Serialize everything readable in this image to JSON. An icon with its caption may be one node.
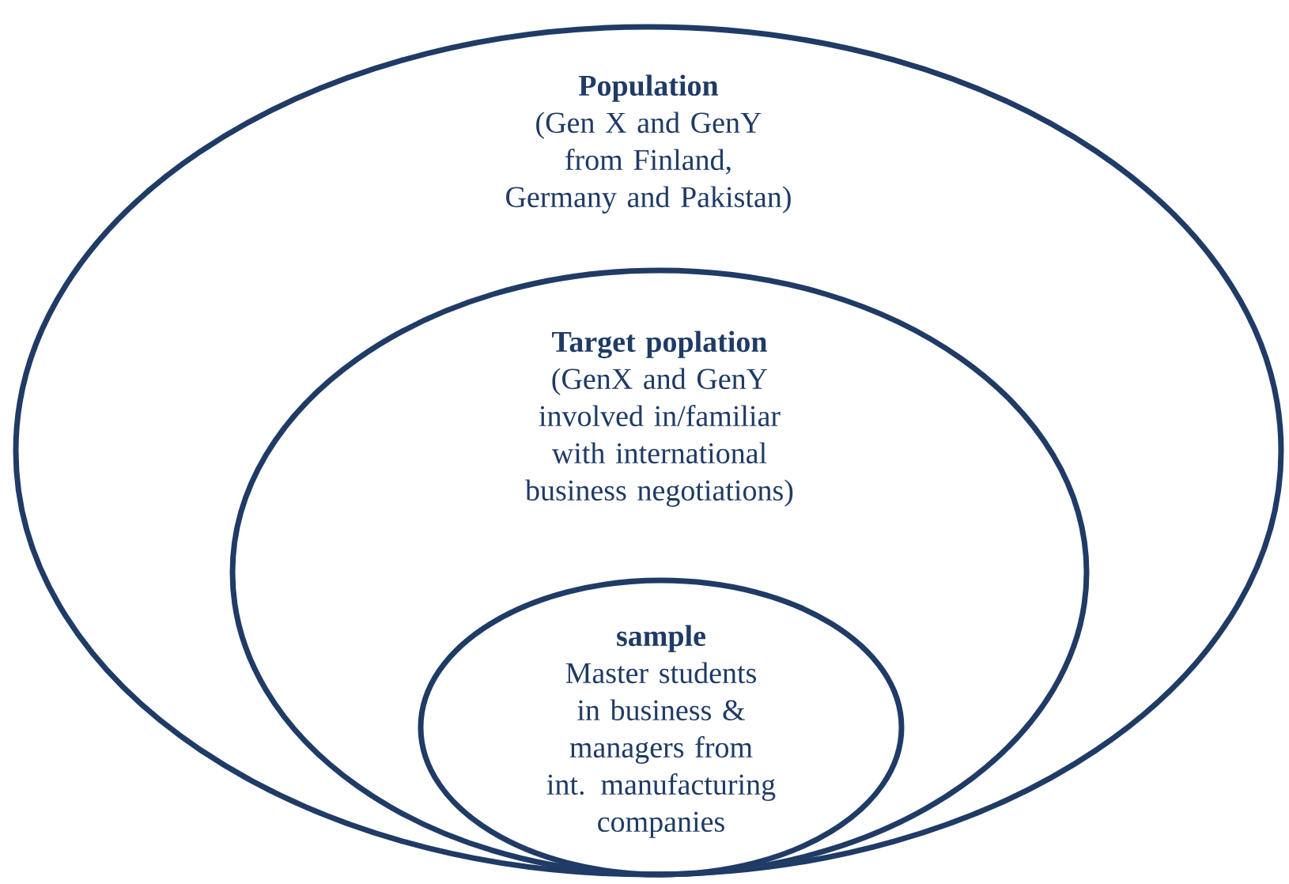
{
  "diagram": {
    "nodes": [
      {
        "text": [
          "Population",
          "(Gen X and GenY from Finland, Germany and Pakistan)"
        ]
      },
      {
        "text": [
          "Target poplation",
          "(GenX and GenY involved in/familiar with international business negotiations)"
        ],
        "in": 0
      },
      {
        "text": [
          "sample",
          "Master students in business & managers from int. manufacturing companies"
        ],
        "in": 1
      }
    ]
  }
}
